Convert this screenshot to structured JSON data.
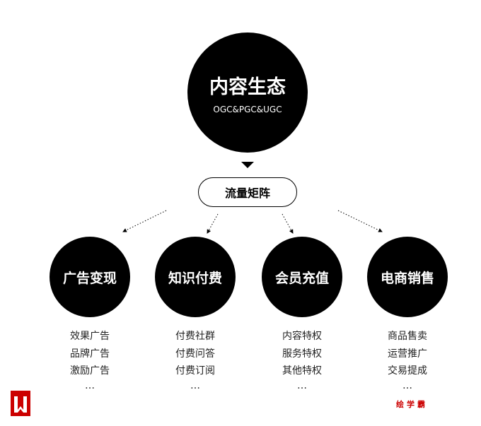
{
  "center": {
    "title": "内容生态",
    "subtitle": "OGC&PGC&UGC"
  },
  "hub": "流量矩阵",
  "branches": [
    {
      "title": "广告变现",
      "items": [
        "效果广告",
        "品牌广告",
        "激励广告",
        "…"
      ]
    },
    {
      "title": "知识付费",
      "items": [
        "付费社群",
        "付费问答",
        "付费订阅",
        "…"
      ]
    },
    {
      "title": "会员充值",
      "items": [
        "内容特权",
        "服务特权",
        "其他特权",
        "…"
      ]
    },
    {
      "title": "电商销售",
      "items": [
        "商品售卖",
        "运营推广",
        "交易提成",
        "…"
      ]
    }
  ],
  "watermark": "绘学霸",
  "logo_text": "W"
}
